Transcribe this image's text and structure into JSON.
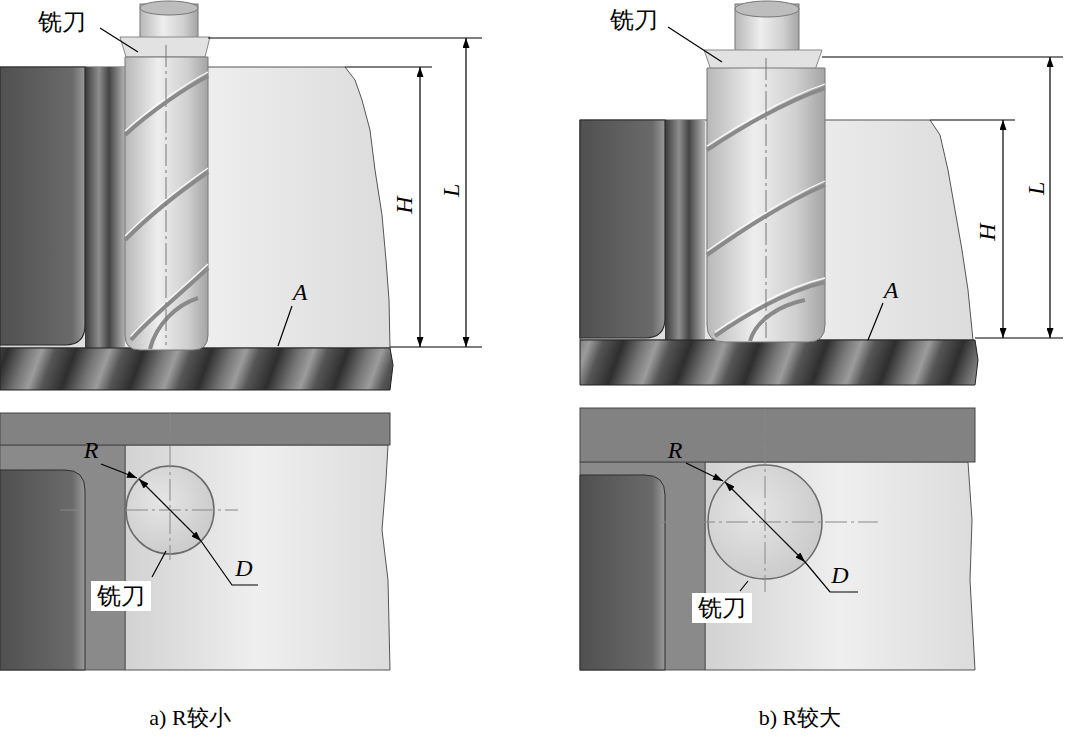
{
  "diagram": {
    "labels": [
      "铣刀",
      "H",
      "L",
      "A",
      "R",
      "D",
      "铣刀",
      "a) R较小",
      "铣刀",
      "H",
      "L",
      "A",
      "R",
      "D",
      "铣刀",
      "b) R较大"
    ]
  }
}
